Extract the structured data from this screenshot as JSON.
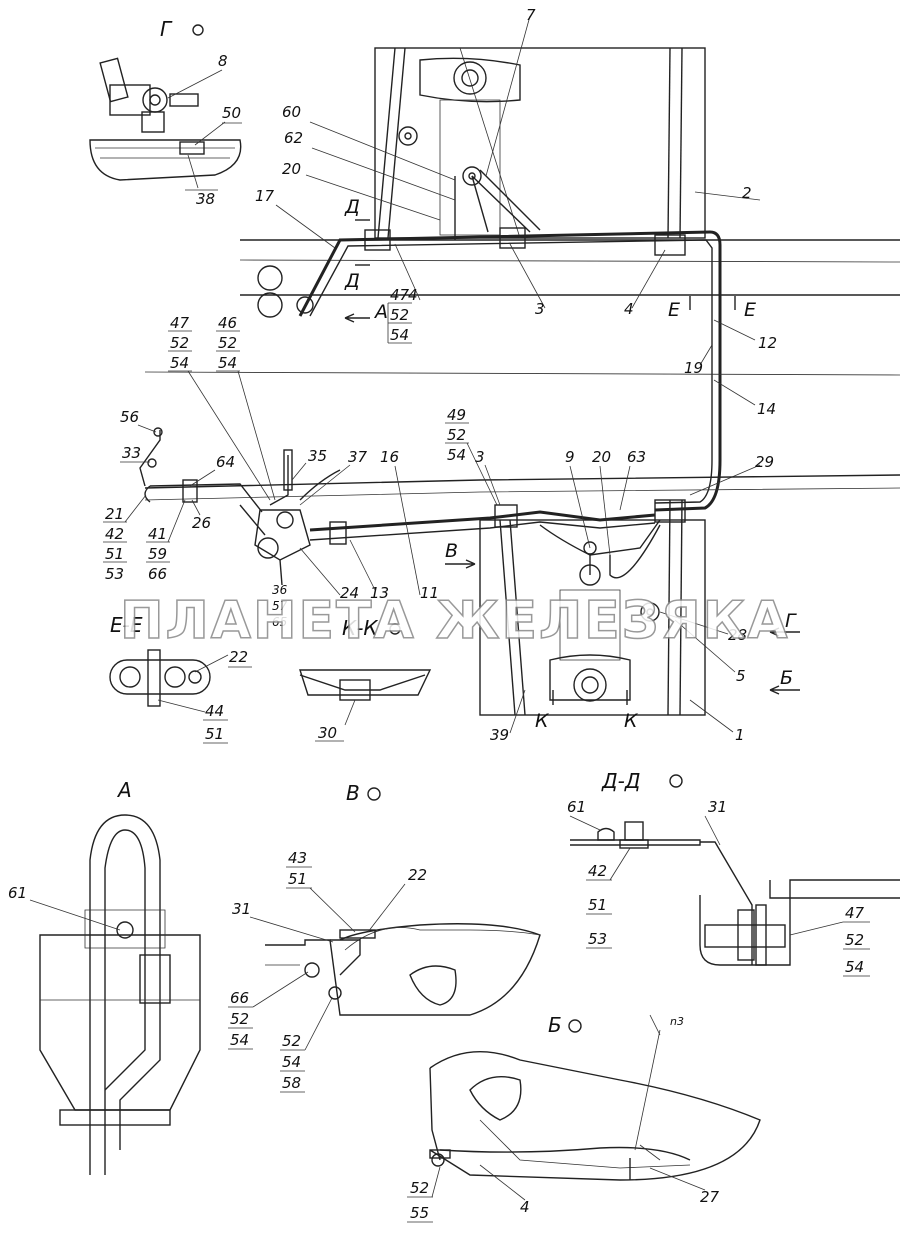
{
  "titles": {
    "g": "Г",
    "e_e": "Е-Е",
    "k_k": "К-К",
    "a": "А",
    "v": "В",
    "d_d": "Д-Д",
    "b": "Б"
  },
  "markers": {
    "d_top": "Д",
    "d_bottom": "Д",
    "a_arrow": "А",
    "e_left": "Е",
    "e_right": "Е",
    "v_arrow": "В",
    "g_arrow": "Г",
    "b_arrow": "Б",
    "k_left": "К",
    "k_right": "К"
  },
  "callouts": {
    "g_view": [
      "8",
      "50",
      "38"
    ],
    "main_top": [
      "7",
      "60",
      "62",
      "20",
      "17",
      "2",
      "3",
      "4",
      "4",
      "12",
      "19",
      "14",
      "29"
    ],
    "main_stack_47": [
      "47",
      "52",
      "54"
    ],
    "main_stack_left_a": [
      "47",
      "52",
      "54"
    ],
    "main_stack_left_b": [
      "46",
      "52",
      "54"
    ],
    "main_mid": [
      "56",
      "33",
      "64",
      "35",
      "37",
      "16",
      "3",
      "9",
      "20",
      "63",
      "26",
      "24",
      "13",
      "11",
      "28",
      "5",
      "1",
      "39"
    ],
    "main_stack_49": [
      "49",
      "52",
      "54"
    ],
    "main_stack_21": [
      "21",
      "42",
      "51",
      "53"
    ],
    "main_stack_41": [
      "41",
      "59",
      "66"
    ],
    "main_stack_36": [
      "36",
      "57",
      "65"
    ],
    "e_view": [
      "22",
      "44",
      "51"
    ],
    "k_view": [
      "30"
    ],
    "a_view": [
      "61"
    ],
    "v_view_top": [
      "43",
      "51",
      "22",
      "31"
    ],
    "v_view_left": [
      "66",
      "52",
      "54"
    ],
    "v_view_bottom": [
      "52",
      "54",
      "58"
    ],
    "d_view": [
      "61",
      "31",
      "42",
      "51",
      "53",
      "47",
      "52",
      "54"
    ],
    "b_view": [
      "n3",
      "52",
      "55",
      "4",
      "27"
    ]
  },
  "watermark": "ПЛАНЕТА ЖЕЛЕЗЯКА"
}
